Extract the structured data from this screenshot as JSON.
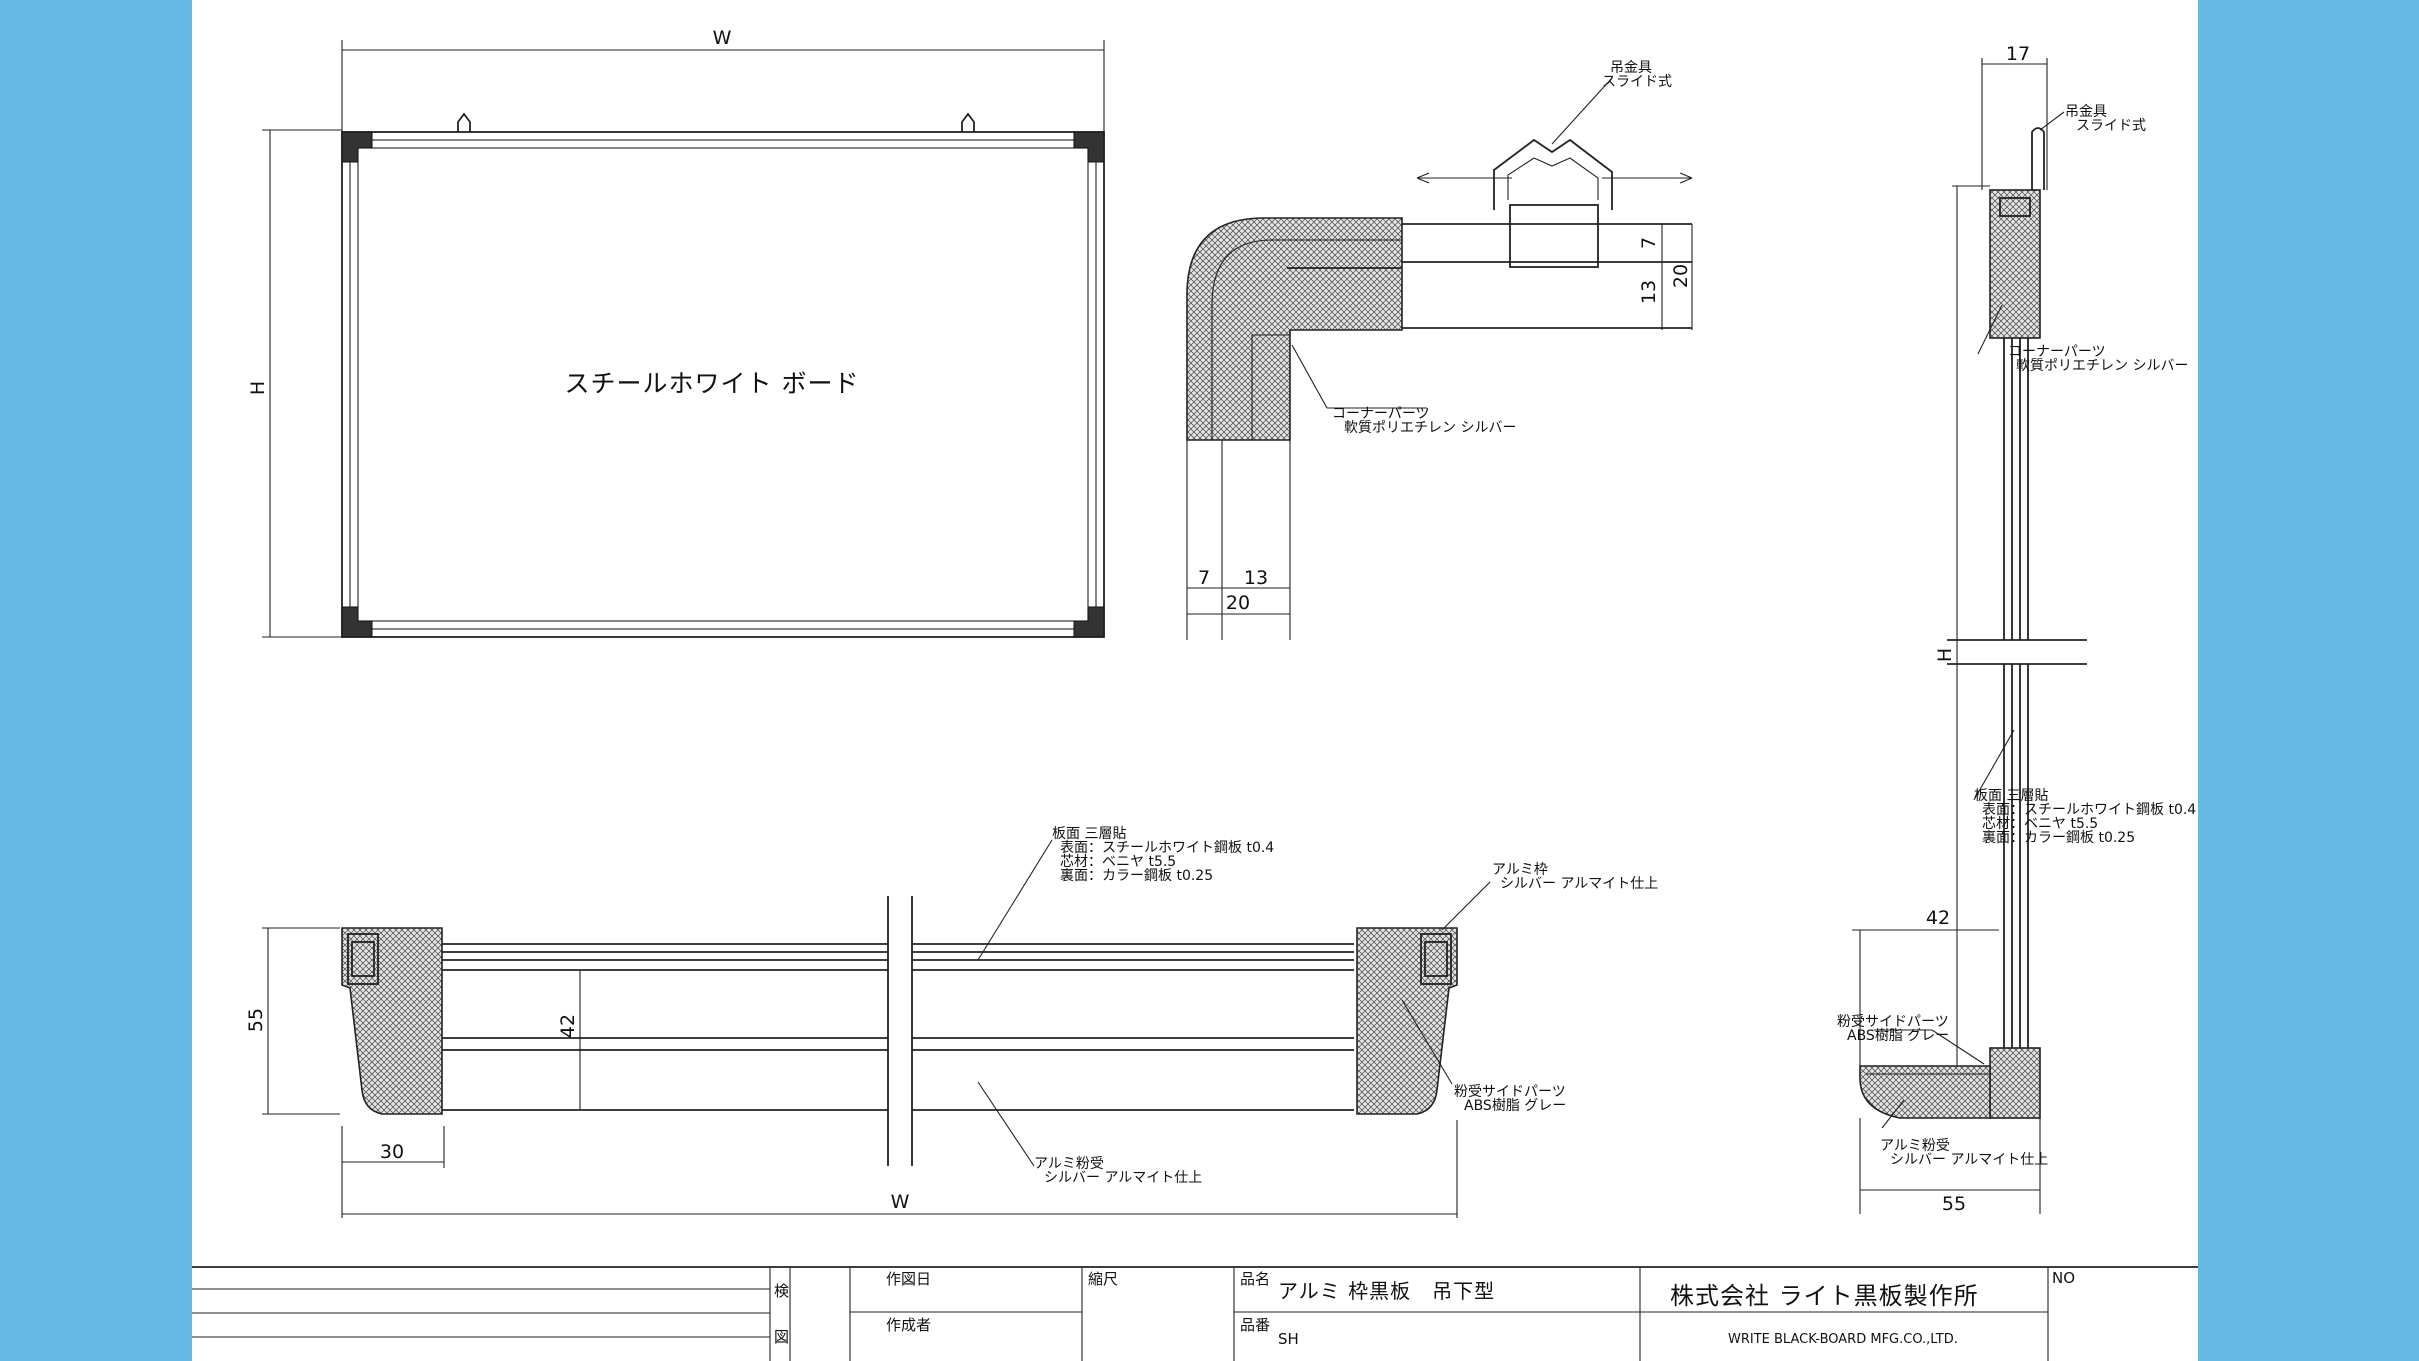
{
  "front_view": {
    "board_label": "スチールホワイト ボード",
    "dim_width": "W",
    "dim_height": "H"
  },
  "corner_detail": {
    "hanger_label_1": "吊金具",
    "hanger_label_2": "スライド式",
    "corner_label_1": "コーナーパーツ",
    "corner_label_2": "軟質ポリエチレン シルバー",
    "dim_7": "7",
    "dim_13": "13",
    "dim_20": "20",
    "dim_7_bottom": "7",
    "dim_13_bottom": "13",
    "dim_20_bottom": "20"
  },
  "side_view": {
    "dim_17": "17",
    "hanger_label_1": "吊金具",
    "hanger_label_2": "スライド式",
    "corner_label_1": "コーナーパーツ",
    "corner_label_2": "軟質ポリエチレン シルバー",
    "dim_height": "H",
    "panel_label_1": "板面 三層貼",
    "panel_label_2": "表面：スチールホワイト鋼板 t0.4",
    "panel_label_3": "芯材：ベニヤ t5.5",
    "panel_label_4": "裏面：カラー鋼板 t0.25",
    "dim_42": "42",
    "tray_side_label_1": "粉受サイドパーツ",
    "tray_side_label_2": "ABS樹脂 グレー",
    "tray_label_1": "アルミ粉受",
    "tray_label_2": "シルバー アルマイト仕上",
    "dim_55": "55"
  },
  "section_view": {
    "panel_label_1": "板面 三層貼",
    "panel_label_2": "表面：スチールホワイト鋼板 t0.4",
    "panel_label_3": "芯材：ベニヤ t5.5",
    "panel_label_4": "裏面：カラー鋼板 t0.25",
    "frame_label_1": "アルミ枠",
    "frame_label_2": "シルバー アルマイト仕上",
    "tray_side_label_1": "粉受サイドパーツ",
    "tray_side_label_2": "ABS樹脂 グレー",
    "tray_label_1": "アルミ粉受",
    "tray_label_2": "シルバー アルマイト仕上",
    "dim_55": "55",
    "dim_42": "42",
    "dim_30": "30",
    "dim_width": "W"
  },
  "title_block": {
    "check_1": "検",
    "check_2": "図",
    "drawn_date": "作図日",
    "author": "作成者",
    "scale": "縮尺",
    "product_name_label": "品名",
    "product_name": "アルミ 枠黒板　吊下型",
    "product_code_label": "品番",
    "product_code": "SH",
    "company_jp": "株式会社 ライト黒板製作所",
    "company_en": "WRITE BLACK-BOARD MFG.CO.,LTD.",
    "no_label": "NO"
  }
}
